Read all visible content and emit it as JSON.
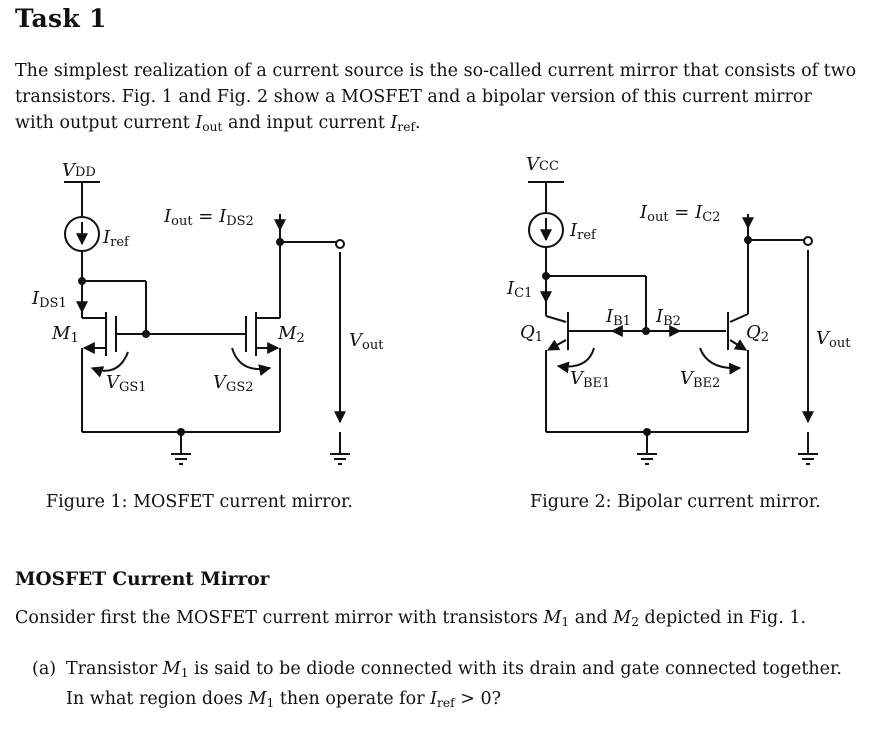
{
  "task": {
    "title": "Task 1"
  },
  "intro": {
    "line1": "The simplest realization of a current source is the so-called current mirror that consists of two",
    "line2": "transistors. Fig. 1 and Fig. 2 show a MOSFET and a bipolar version of this current mirror",
    "line3_a": "with output current ",
    "line3_b": " and input current ",
    "line3_c": ".",
    "iout": "I",
    "iout_sub": "out",
    "iref": "I",
    "iref_sub": "ref"
  },
  "figure1": {
    "vdd": "V",
    "vdd_sub": "DD",
    "iref": "I",
    "iref_sub": "ref",
    "iout_eq": "I",
    "iout_eq_sub": "out",
    "equals": " = ",
    "ids2": "I",
    "ids2_sub": "DS2",
    "ids1": "I",
    "ids1_sub": "DS1",
    "m1": "M",
    "m1_sub": "1",
    "m2": "M",
    "m2_sub": "2",
    "vgs1": "V",
    "vgs1_sub": "GS1",
    "vgs2": "V",
    "vgs2_sub": "GS2",
    "vout": "V",
    "vout_sub": "out",
    "caption": "Figure 1: MOSFET current mirror."
  },
  "figure2": {
    "vcc": "V",
    "vcc_sub": "CC",
    "iref": "I",
    "iref_sub": "ref",
    "iout_eq": "I",
    "iout_eq_sub": "out",
    "equals": " = ",
    "ic2": "I",
    "ic2_sub": "C2",
    "ic1": "I",
    "ic1_sub": "C1",
    "ib1": "I",
    "ib1_sub": "B1",
    "ib2": "I",
    "ib2_sub": "B2",
    "q1": "Q",
    "q1_sub": "1",
    "q2": "Q",
    "q2_sub": "2",
    "vbe1": "V",
    "vbe1_sub": "BE1",
    "vbe2": "V",
    "vbe2_sub": "BE2",
    "vout": "V",
    "vout_sub": "out",
    "caption": "Figure 2: Bipolar current mirror."
  },
  "section": {
    "title": "MOSFET Current Mirror"
  },
  "paragraph": {
    "a": "Consider first the MOSFET current mirror with transistors ",
    "m1": "M",
    "m1_sub": "1",
    "b": " and ",
    "m2": "M",
    "m2_sub": "2",
    "c": " depicted in Fig. 1."
  },
  "question_a": {
    "label": "(a)",
    "line1_a": "Transistor ",
    "m1": "M",
    "m1_sub": "1",
    "line1_b": " is said to be diode connected with its drain and gate connected together.",
    "line2_a": "In what region does ",
    "line2_m1": "M",
    "line2_m1_sub": "1",
    "line2_b": " then operate for ",
    "iref": "I",
    "iref_sub": "ref",
    "line2_c": " > 0?"
  }
}
